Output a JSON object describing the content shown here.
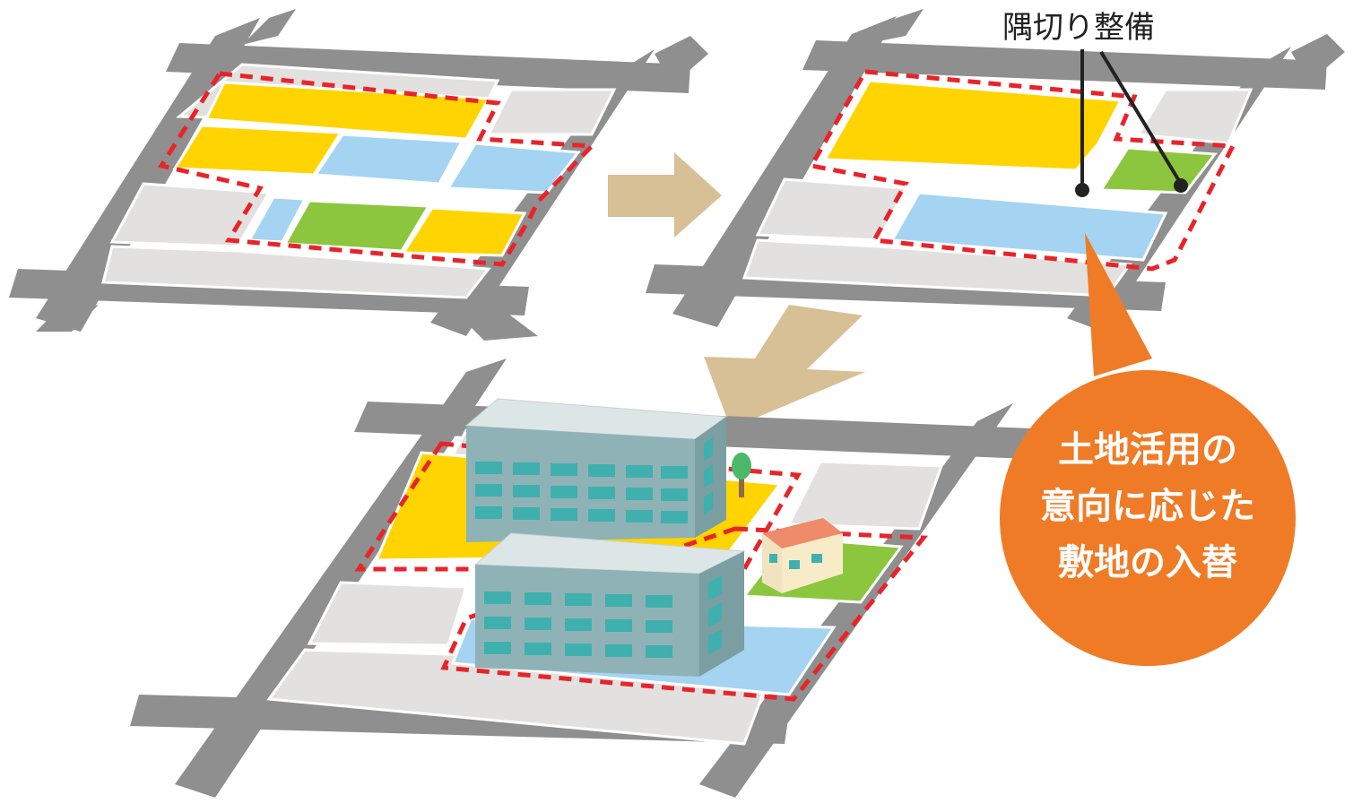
{
  "callout_corner": {
    "text": "隅切り整備"
  },
  "callout_bubble": {
    "lines": [
      "土地活用の",
      "意向に応じた",
      "敷地の入替"
    ]
  },
  "colors": {
    "road": "#8f8f8f",
    "lot_gray": "#e2e1df",
    "yellow": "#ffd400",
    "blue": "#a5d4f2",
    "green": "#8cc63f",
    "dash": "#e8242b",
    "arrow": "#d7bf96",
    "bubble": "#f07b26",
    "building_front": "#8fb2b6",
    "building_top": "#dde6e7",
    "window": "#3fb0ad"
  }
}
